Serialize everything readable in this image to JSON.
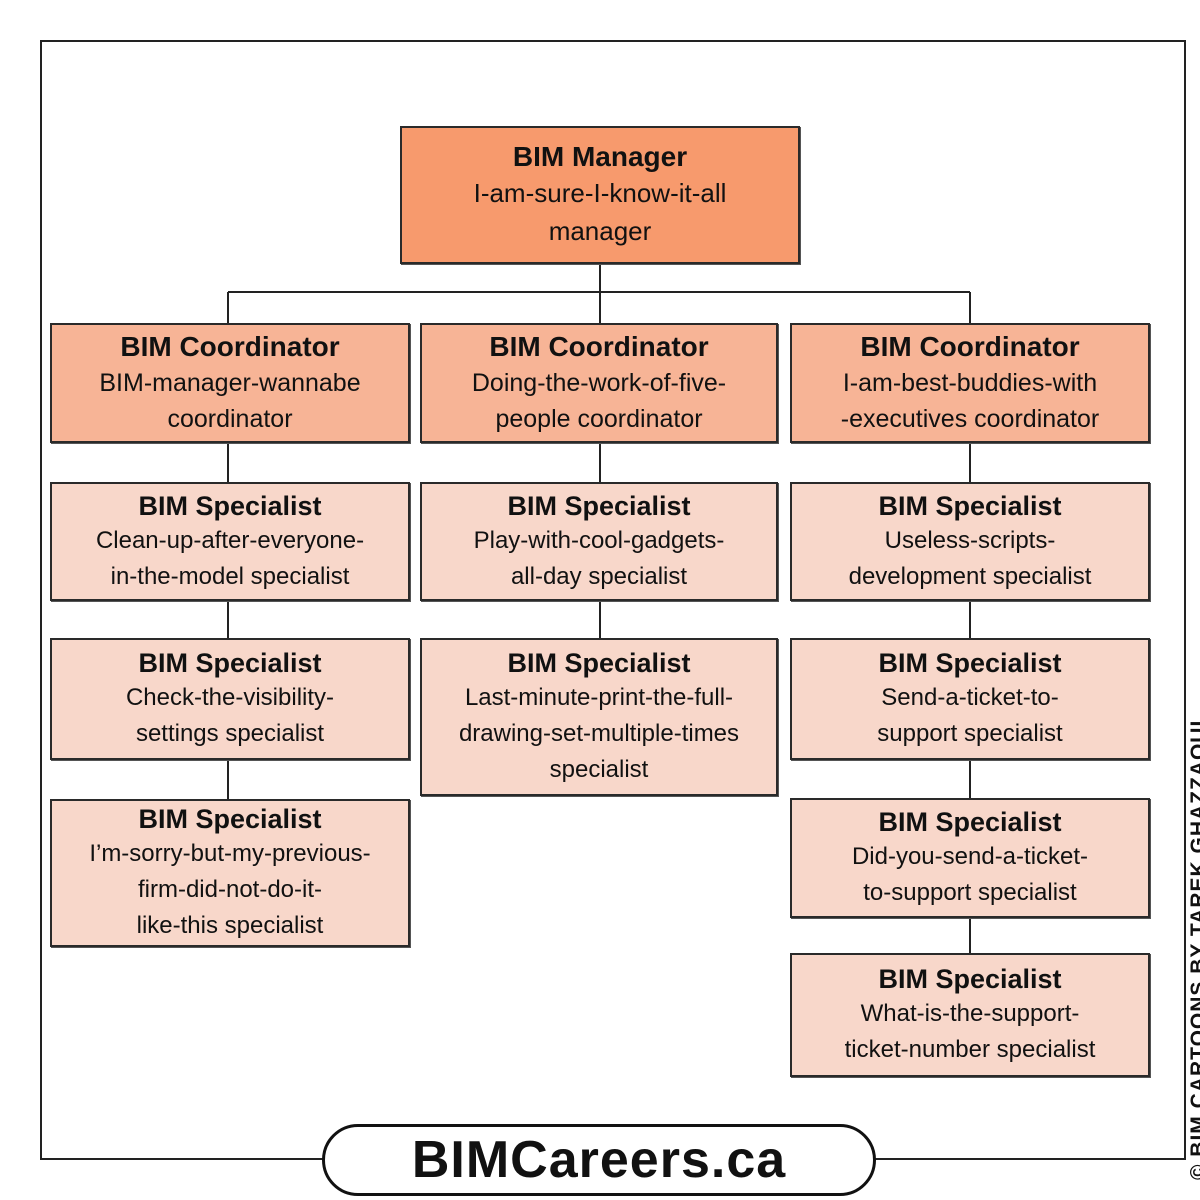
{
  "manager": {
    "role": "BIM Manager",
    "description": "I-am-sure-I-know-it-all\nmanager"
  },
  "coordinators": [
    {
      "role": "BIM Coordinator",
      "description": "BIM-manager-wannabe\ncoordinator"
    },
    {
      "role": "BIM Coordinator",
      "description": "Doing-the-work-of-five-\npeople coordinator"
    },
    {
      "role": "BIM Coordinator",
      "description": "I-am-best-buddies-with\n-executives coordinator"
    }
  ],
  "specialists": {
    "left": [
      {
        "role": "BIM Specialist",
        "description": "Clean-up-after-everyone-\nin-the-model specialist"
      },
      {
        "role": "BIM Specialist",
        "description": "Check-the-visibility-\nsettings specialist"
      },
      {
        "role": "BIM Specialist",
        "description": "I’m-sorry-but-my-previous-\nfirm-did-not-do-it-\nlike-this specialist"
      }
    ],
    "middle": [
      {
        "role": "BIM Specialist",
        "description": "Play-with-cool-gadgets-\nall-day specialist"
      },
      {
        "role": "BIM Specialist",
        "description": "Last-minute-print-the-full-\ndrawing-set-multiple-times\nspecialist"
      }
    ],
    "right": [
      {
        "role": "BIM Specialist",
        "description": "Useless-scripts-\ndevelopment specialist"
      },
      {
        "role": "BIM Specialist",
        "description": "Send-a-ticket-to-\nsupport specialist"
      },
      {
        "role": "BIM Specialist",
        "description": "Did-you-send-a-ticket-\nto-support specialist"
      },
      {
        "role": "BIM Specialist",
        "description": "What-is-the-support-\nticket-number specialist"
      }
    ]
  },
  "credit": "© BIM CARTOONS BY TAREK GHAZZAOUI",
  "brand": "BIMCareers.ca",
  "colors": {
    "manager_fill": "#f79a6d",
    "coordinator_fill": "#f7b496",
    "specialist_fill": "#f8d7ca"
  }
}
